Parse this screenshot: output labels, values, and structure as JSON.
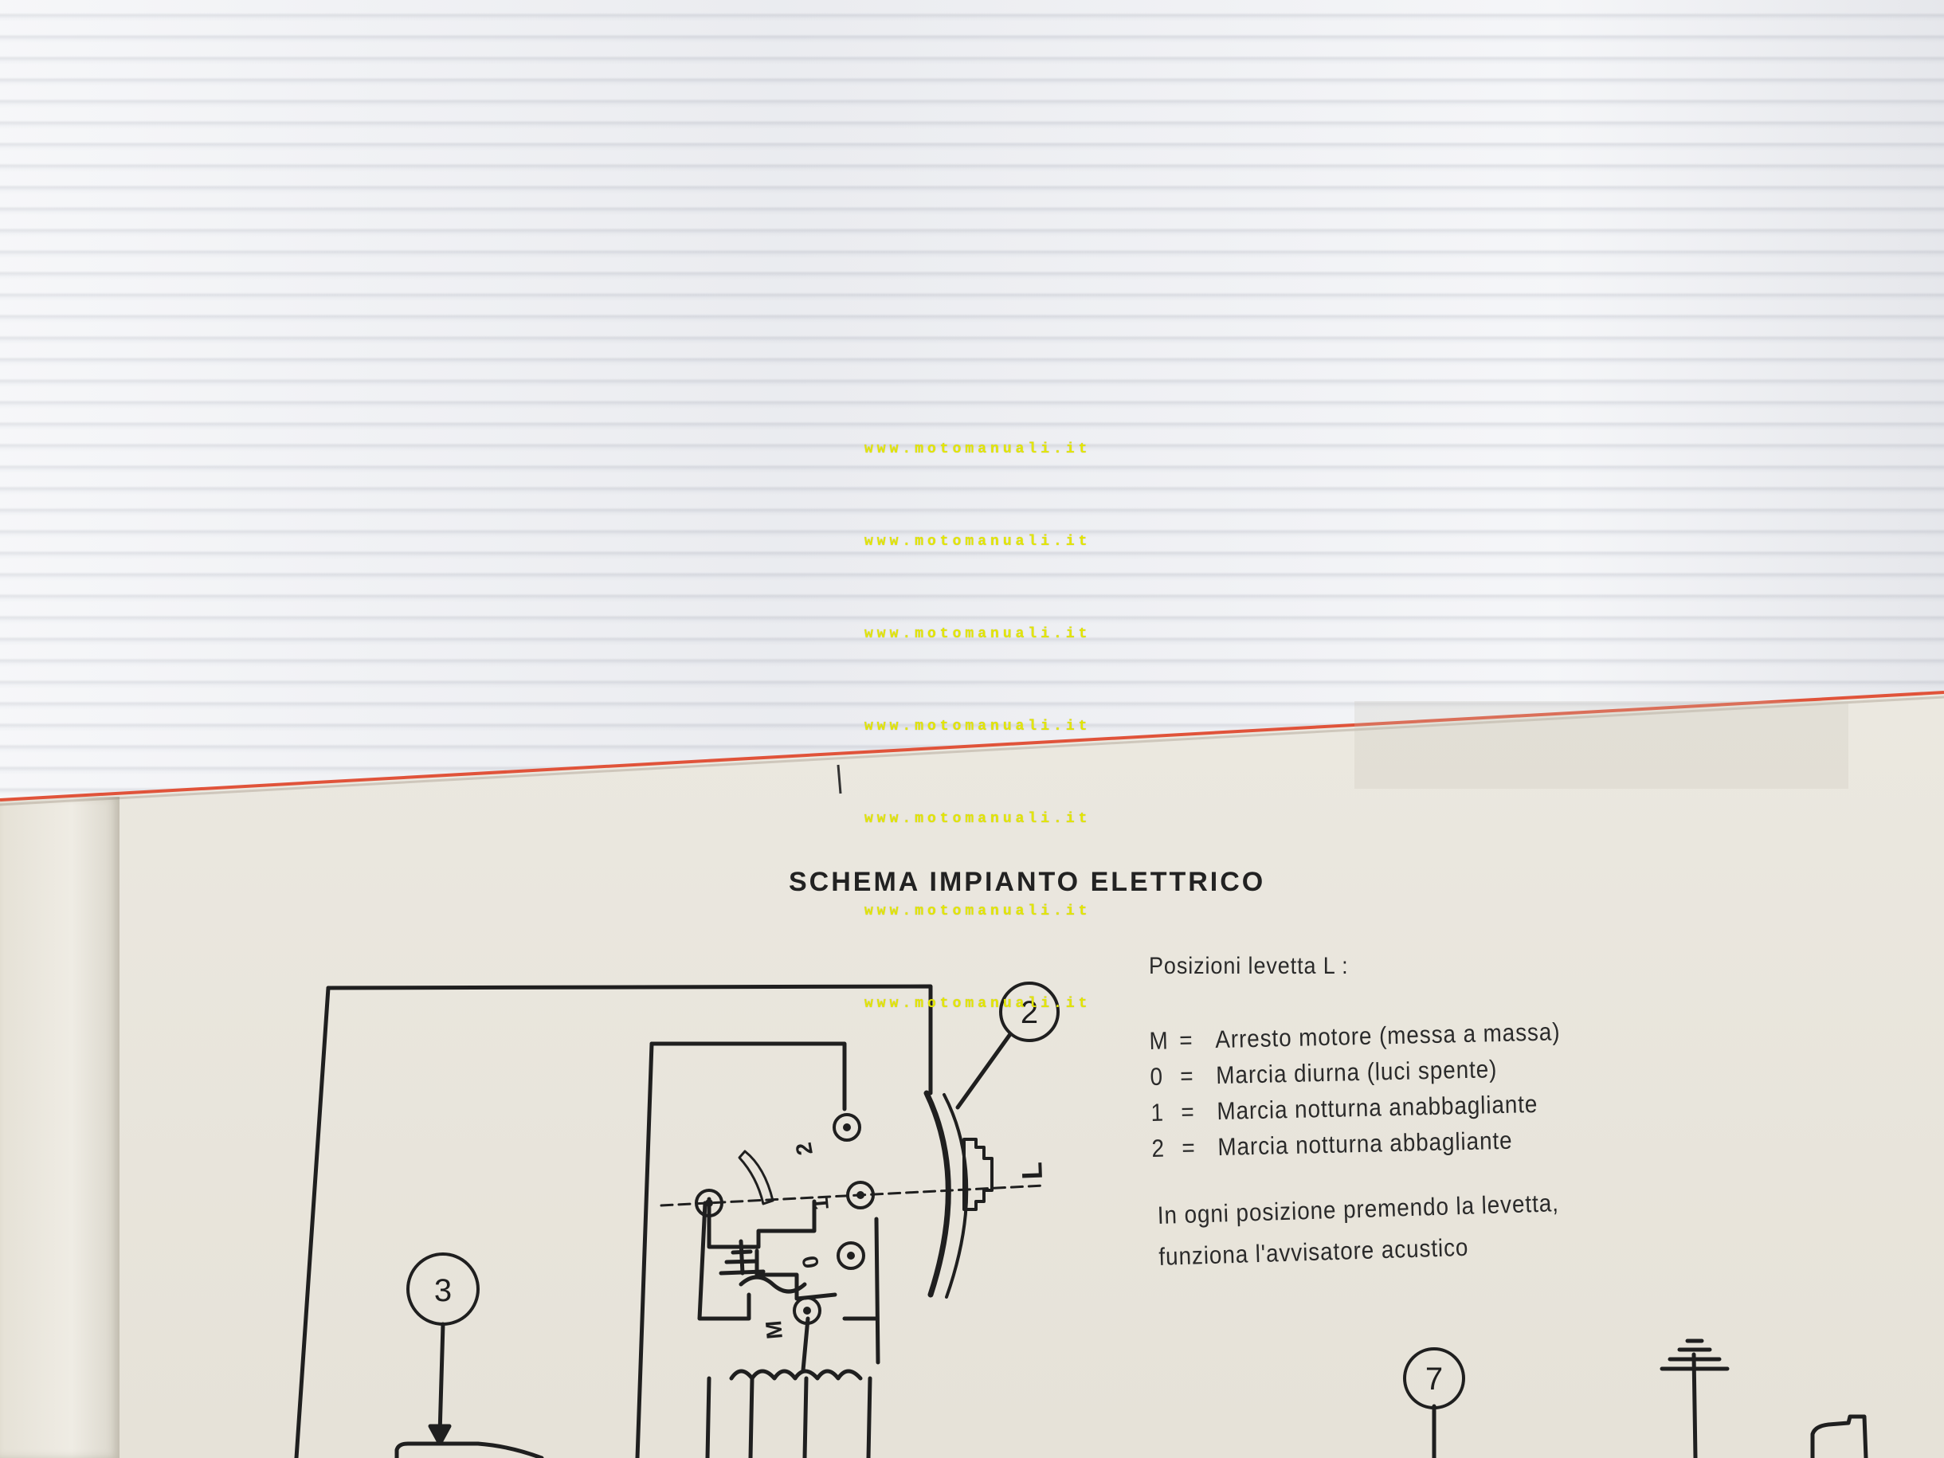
{
  "document": {
    "title": "SCHEMA IMPIANTO ELETTRICO",
    "legend_heading": "Posizioni levetta L :",
    "legend": [
      {
        "key": "M",
        "text": "Arresto motore (messa a massa)"
      },
      {
        "key": "0",
        "text": "Marcia diurna (luci spente)"
      },
      {
        "key": "1",
        "text": "Marcia notturna anabbagliante"
      },
      {
        "key": "2",
        "text": "Marcia notturna abbagliante"
      }
    ],
    "note_line1": "In ogni posizione premendo la levetta,",
    "note_line2": "funziona l'avvisatore acustico"
  },
  "diagram": {
    "callouts": [
      "2",
      "3",
      "7"
    ],
    "switch_label": "L",
    "positions": [
      "2",
      "1",
      "0",
      "M"
    ]
  },
  "watermark": {
    "text": "www.motomanuali.it",
    "repeat": 7
  }
}
